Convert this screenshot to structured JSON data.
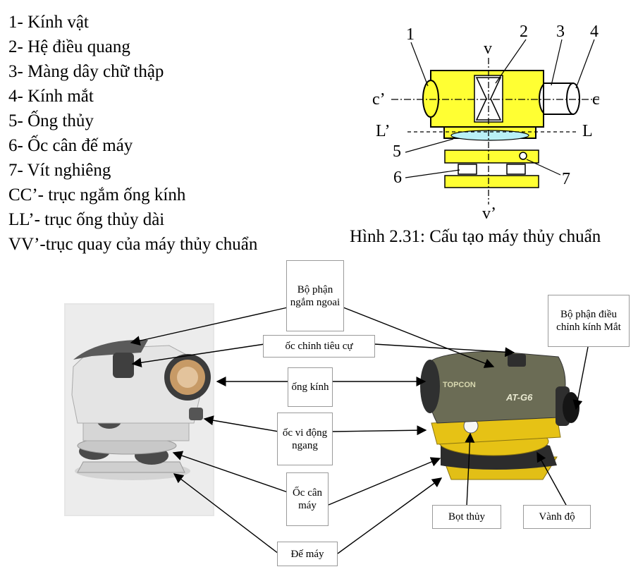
{
  "legend": [
    "1- Kính vật",
    "2- Hệ điều quang",
    "3- Màng dây chữ thập",
    "4- Kính mắt",
    "5- Ống thủy",
    "6- Ốc cân đế máy",
    "7- Vít nghiêng",
    "CC’- trục ngắm ống kính",
    "LL’- trục ống thủy dài",
    "VV’-trục quay của máy thủy chuẩn"
  ],
  "caption": "Hình 2.31: Cấu tạo máy thủy chuẩn",
  "schematic": {
    "numbers": [
      "1",
      "2",
      "3",
      "4",
      "5",
      "6",
      "7"
    ],
    "axes": {
      "v": "v",
      "v_prime": "v’",
      "c": "c",
      "c_prime": "c’",
      "l": "L",
      "l_prime": "L’"
    }
  },
  "labels": {
    "ngam_ngoai": "Bộ phận ngắm ngoai",
    "oc_tieu_cu": "ốc chỉnh tiêu cự",
    "ong_kinh": "ống kính",
    "oc_vi_dong": "ốc vi động ngang",
    "oc_can": "Ốc cân máy",
    "de_may": "Đế máy",
    "kinh_mat": "Bộ phận điều chỉnh kính Mắt",
    "bot_thuy": "Bọt thủy",
    "vanh_do": "Vành độ"
  },
  "brand": {
    "logo": "TOPCON",
    "model": "AT-G6"
  },
  "colors": {
    "schematic_yellow": "#ffff33",
    "vial_cyan": "#b9f0f6",
    "instrument_yellow": "#e6c215",
    "label_border": "#9a9a9a"
  }
}
